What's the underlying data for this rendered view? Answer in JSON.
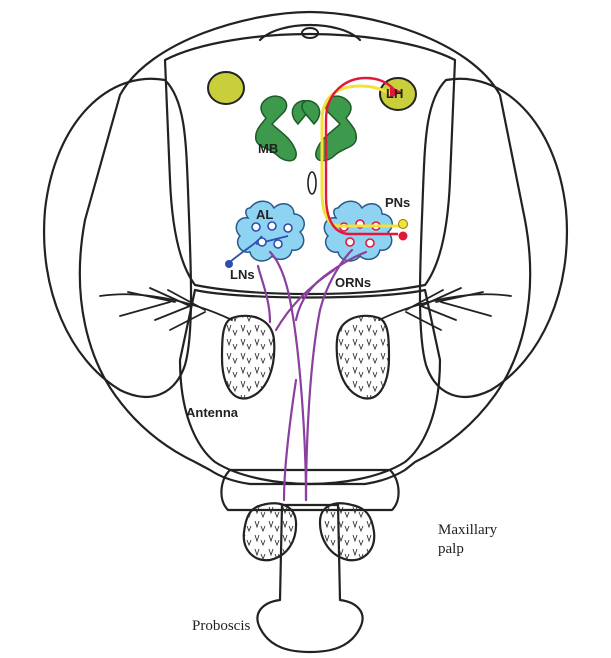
{
  "labels": {
    "mb": "MB",
    "lh": "LH",
    "al": "AL",
    "pns": "PNs",
    "lns": "LNs",
    "orns": "ORNs",
    "antenna": "Antenna",
    "maxillary_palp_line1": "Maxillary",
    "maxillary_palp_line2": "palp",
    "proboscis": "Proboscis"
  },
  "colors": {
    "head_gray": "#c8c8c8",
    "brain_lavender": "#c9c8ea",
    "eye_pink": "#f2a3a0",
    "antennal_lobe_blue": "#8fd3f2",
    "mushroom_body_green": "#3d9a4c",
    "lateral_horn_yellow": "#c8cf3a",
    "orn_purple": "#8b3f9e",
    "pn_yellow": "#f2e23a",
    "pn_red": "#e3173a",
    "ln_blue": "#2a4fb0"
  }
}
